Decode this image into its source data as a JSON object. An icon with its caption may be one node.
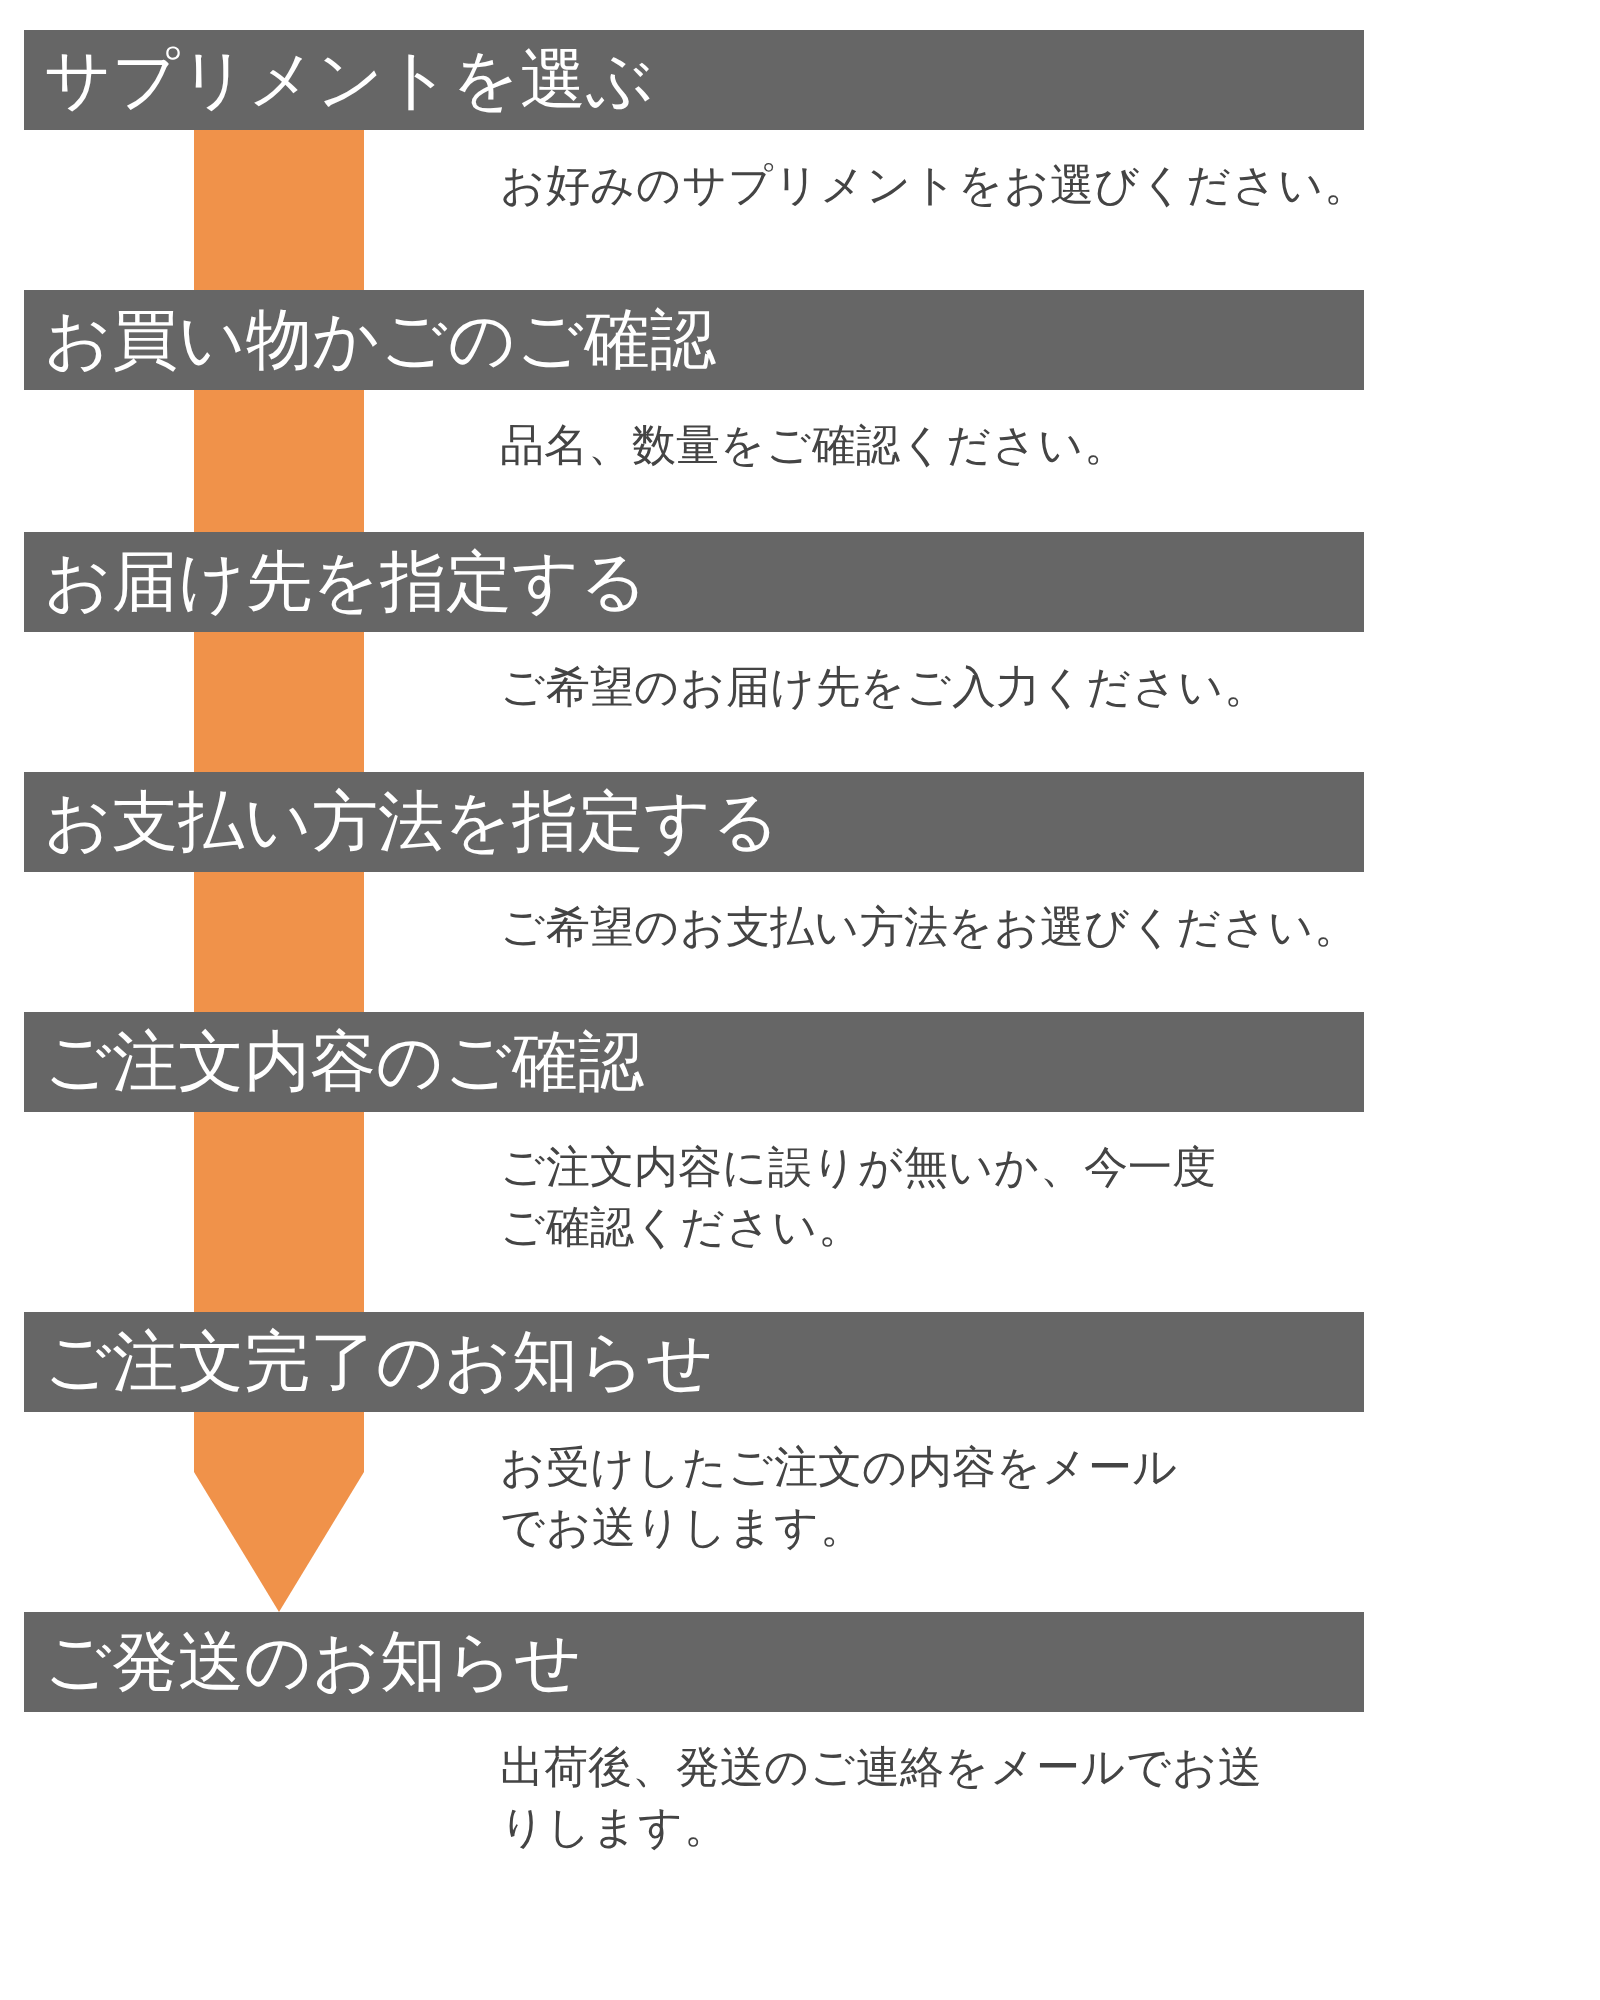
{
  "diagram": {
    "nodes": [
      {
        "text": [
          "サプリメントを選ぶ"
        ],
        "beside": [
          "お好みのサプリメントをお選びください。"
        ]
      },
      {
        "text": [
          "お買い物かごのご確認"
        ],
        "beside": [
          "品名、数量をご確認ください。"
        ]
      },
      {
        "text": [
          "お届け先を指定する"
        ],
        "beside": [
          "ご希望のお届け先をご入力ください。"
        ]
      },
      {
        "text": [
          "お支払い方法を指定する"
        ],
        "beside": [
          "ご希望のお支払い方法をお選びください。"
        ]
      },
      {
        "text": [
          "ご注文内容のご確認"
        ],
        "beside": [
          "ご注文内容に誤りが無いか、今一度ご確認ください。"
        ]
      },
      {
        "text": [
          "ご注文完了のお知らせ"
        ],
        "beside": [
          "お受けしたご注文の内容をメールでお送りします。"
        ]
      },
      {
        "text": [
          "ご発送のお知らせ"
        ],
        "beside": [
          "出荷後、発送のご連絡をメールでお送りします。"
        ]
      }
    ],
    "edges": [
      {
        "from": 0,
        "to": 1,
        "arrow": "none",
        "style": "thick",
        "color": "#f0924a"
      },
      {
        "from": 1,
        "to": 2,
        "arrow": "none",
        "style": "thick",
        "color": "#f0924a"
      },
      {
        "from": 2,
        "to": 3,
        "arrow": "none",
        "style": "thick",
        "color": "#f0924a"
      },
      {
        "from": 3,
        "to": 4,
        "arrow": "none",
        "style": "thick",
        "color": "#f0924a"
      },
      {
        "from": 4,
        "to": 5,
        "arrow": "none",
        "style": "thick",
        "color": "#f0924a"
      },
      {
        "from": 5,
        "to": 6,
        "arrow": "to",
        "style": "thick",
        "color": "#f0924a"
      }
    ]
  }
}
